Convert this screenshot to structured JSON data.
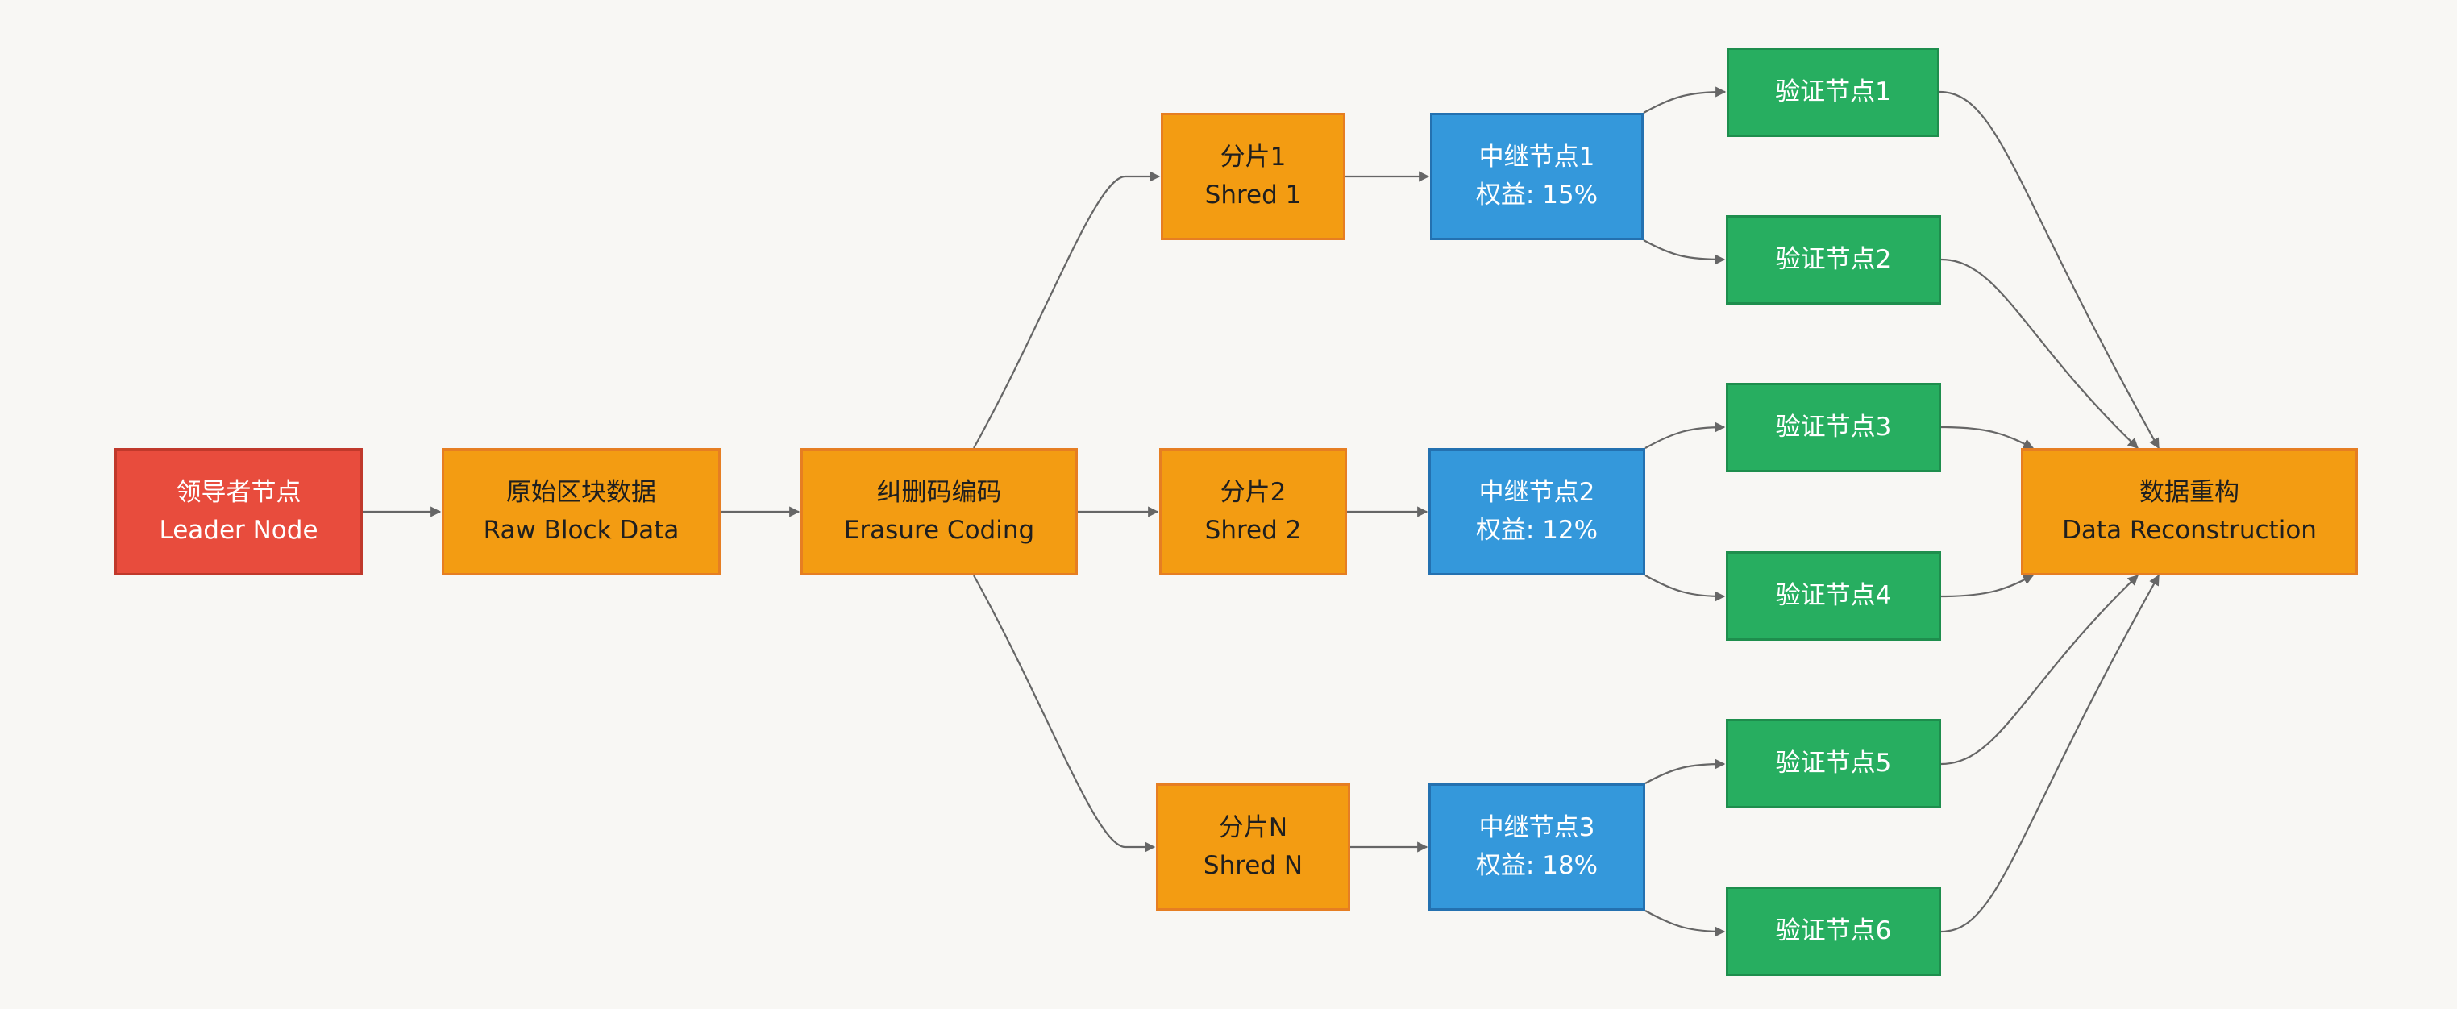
{
  "nodes": {
    "leader": {
      "line1": "领导者节点",
      "line2": "Leader Node"
    },
    "raw": {
      "line1": "原始区块数据",
      "line2": "Raw Block Data"
    },
    "erasure": {
      "line1": "纠删码编码",
      "line2": "Erasure Coding"
    },
    "shred1": {
      "line1": "分片1",
      "line2": "Shred 1"
    },
    "shred2": {
      "line1": "分片2",
      "line2": "Shred 2"
    },
    "shredn": {
      "line1": "分片N",
      "line2": "Shred N"
    },
    "relay1": {
      "line1": "中继节点1",
      "line2": "权益: 15%"
    },
    "relay2": {
      "line1": "中继节点2",
      "line2": "权益: 12%"
    },
    "relay3": {
      "line1": "中继节点3",
      "line2": "权益: 18%"
    },
    "v1": {
      "label": "验证节点1"
    },
    "v2": {
      "label": "验证节点2"
    },
    "v3": {
      "label": "验证节点3"
    },
    "v4": {
      "label": "验证节点4"
    },
    "v5": {
      "label": "验证节点5"
    },
    "v6": {
      "label": "验证节点6"
    },
    "recon": {
      "line1": "数据重构",
      "line2": "Data Reconstruction"
    }
  },
  "colors": {
    "leader": "#e84c3d",
    "data": "#f39c12",
    "relay": "#3498db",
    "validator": "#27ae60",
    "edge": "#666666",
    "background": "#f8f7f4"
  }
}
